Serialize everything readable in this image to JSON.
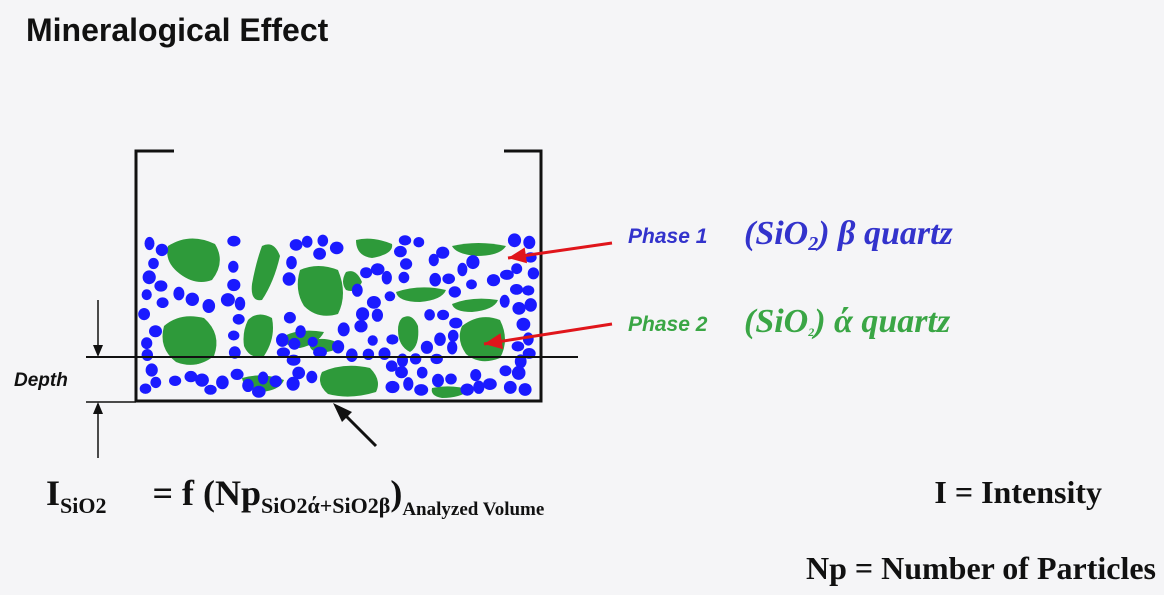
{
  "title": "Mineralogical Effect",
  "depth_label": "Depth",
  "phase1": {
    "label": "Phase 1",
    "formula_pre": "(SiO",
    "formula_sub": "2",
    "formula_post": ") β quartz",
    "color": "#3333cc"
  },
  "phase2": {
    "label": "Phase 2",
    "formula_pre": "(SiO",
    "formula_sub": "2",
    "formula_post": ") ά quartz",
    "color": "#3aa645"
  },
  "particle_colors": {
    "blue": "#1a1aff",
    "green": "#2e9a3a"
  },
  "arrow_color": "#e0151b",
  "equation": {
    "lhs": "I",
    "lhs_sub": "SiO2",
    "rhs_pre": "= f (Np",
    "rhs_sub": "SiO2ά+SiO2β",
    "rhs_close": ")",
    "rhs_sub2": "Analyzed Volume"
  },
  "legend": {
    "intensity": "I = Intensity",
    "particles": "Np = Number of Particles"
  }
}
